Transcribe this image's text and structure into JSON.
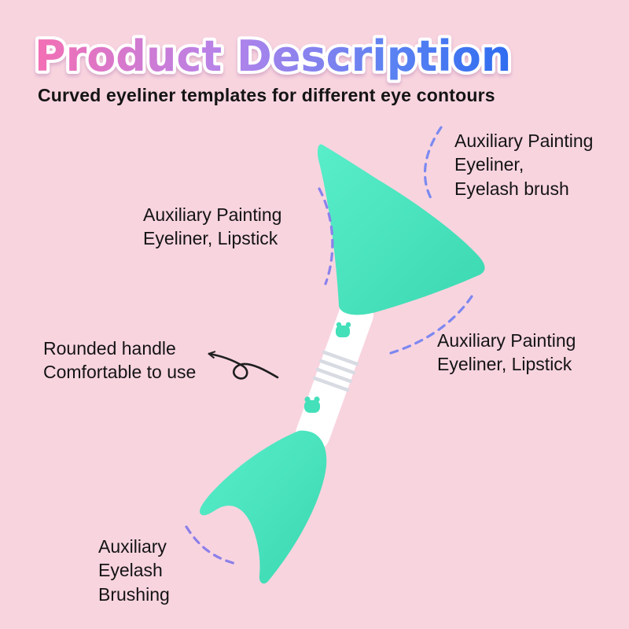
{
  "header": {
    "title": "Product Description",
    "subtitle": "Curved eyeliner templates for different eye contours"
  },
  "callouts": {
    "top_right": "Auxiliary Painting\nEyeliner,\nEyelash brush",
    "left_mid": "Auxiliary Painting\nEyeliner, Lipstick",
    "right_mid": "Auxiliary Painting\nEyeliner, Lipstick",
    "handle": "Rounded handle\nComfortable to use",
    "bottom_left": "Auxiliary\nEyelash\nBrushing"
  },
  "icons": {
    "handle_arrow": "curly-arrow",
    "callout_lines": "dashed-guide-curve",
    "brand_badge": "mint-mascot-badge"
  },
  "colors": {
    "background": "#f8d4df",
    "text": "#141414",
    "title_outline": "#ffffff",
    "title_gradient": [
      "#f46fb3",
      "#b583ea",
      "#5b82f2",
      "#2e6cf0"
    ],
    "product_mint_light": "#58eec9",
    "product_mint_dark": "#3bd8b1",
    "badge_mint": "#43e0ba",
    "handle_white": "#ffffff",
    "ridge_gray": "#d9dbe3",
    "arrow_black": "#1f1f1f",
    "dash_top_right": "#7b8af0",
    "dash_left_mid": "#8a82ec",
    "dash_right_mid": "#7d87f0",
    "dash_bottom_left": "#8c7fe9"
  }
}
